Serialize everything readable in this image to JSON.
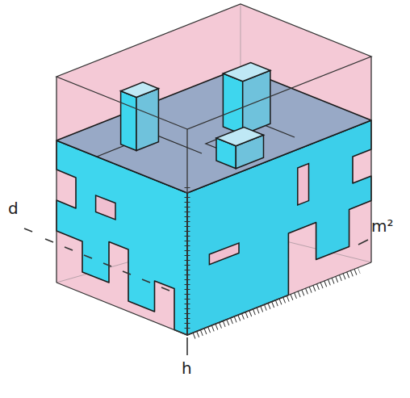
{
  "diagram": {
    "labels": [
      "d",
      "m²",
      "h"
    ]
  }
}
